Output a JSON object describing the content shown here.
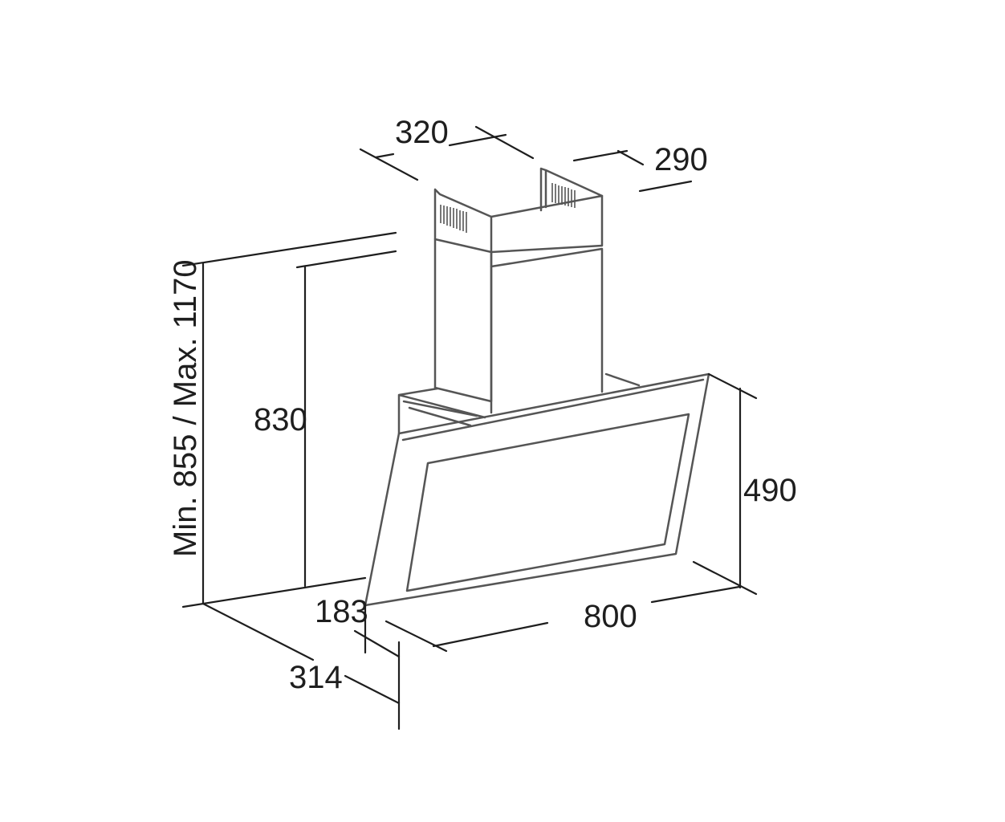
{
  "colors": {
    "line": "#1e1e1e",
    "outline": "#555555",
    "background": "#ffffff"
  },
  "dimensions": {
    "chimney_width": "320",
    "chimney_depth": "290",
    "total_height": "Min. 855 / Max. 1170",
    "hood_height": "830",
    "glass_height": "490",
    "glass_offset": "183",
    "hood_width": "800",
    "hood_depth": "314"
  }
}
